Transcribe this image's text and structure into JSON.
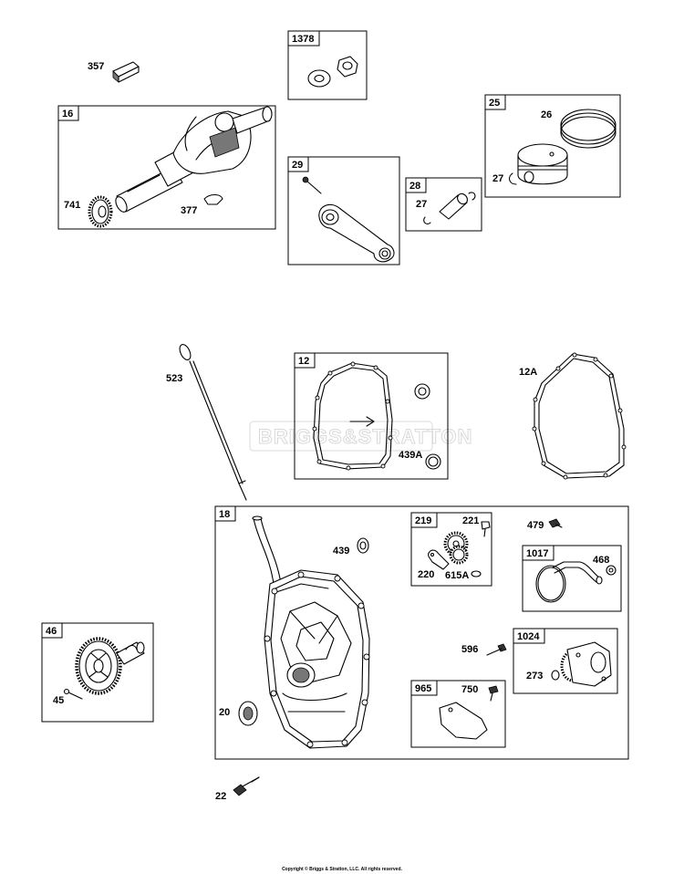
{
  "watermark": "BRIGGS&STRATTON",
  "copyright": "Copyright © Briggs & Stratton, LLC. All rights reserved.",
  "groups": {
    "g16": "16",
    "g1378": "1378",
    "g25": "25",
    "g29": "29",
    "g28": "28",
    "g12": "12",
    "g18": "18",
    "g219": "219",
    "g1017": "1017",
    "g1024": "1024",
    "g965": "965",
    "g46": "46"
  },
  "parts": {
    "p357": "357",
    "p741": "741",
    "p377": "377",
    "p26": "26",
    "p27a": "27",
    "p27b": "27",
    "p523": "523",
    "p439A": "439A",
    "p12A": "12A",
    "p439": "439",
    "p221": "221",
    "p220": "220",
    "p615A": "615A",
    "p479": "479",
    "p468": "468",
    "p596": "596",
    "p273": "273",
    "p750": "750",
    "p20": "20",
    "p45": "45",
    "p22": "22"
  }
}
